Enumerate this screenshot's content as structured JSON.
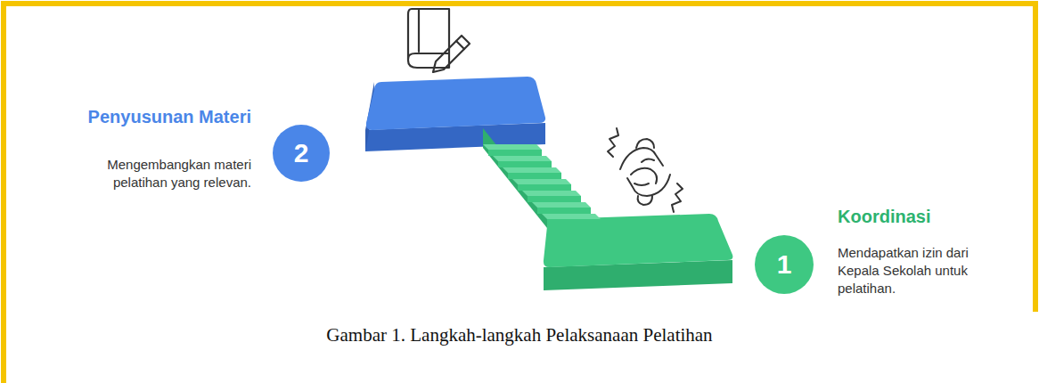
{
  "diagram": {
    "caption": "Gambar 1. Langkah-langkah Pelaksanaan Pelatihan",
    "nodes": [
      {
        "text": [
          "1",
          "Koordinasi",
          "Mendapatkan izin dari Kepala Sekolah untuk pelatihan."
        ]
      },
      {
        "text": [
          "2",
          "Penyusunan Materi",
          "Mengembangkan materi pelatihan yang relevan."
        ]
      }
    ]
  }
}
